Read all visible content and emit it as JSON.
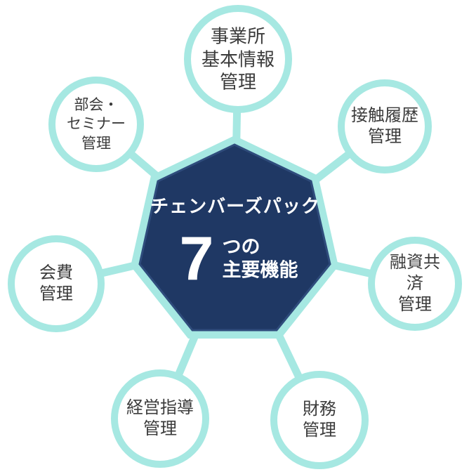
{
  "colors": {
    "teal": "#A6E8E2",
    "navy": "#1F3864",
    "navy_edge": "#2F4C7C",
    "label_text": "#3B3B3B",
    "center_text": "#FFFFFF",
    "background": "#FFFFFF"
  },
  "center": {
    "title": "チェンバーズパック",
    "number": "7",
    "subtitle": "つの\n主要機能"
  },
  "nodes": [
    {
      "id": "office-basic-info",
      "label": "事業所\n基本情報\n管理"
    },
    {
      "id": "contact-history",
      "label": "接触履歴\n管理"
    },
    {
      "id": "loan-mutual-aid",
      "label": "融資共済\n管理"
    },
    {
      "id": "financial",
      "label": "財務\n管理"
    },
    {
      "id": "management-guidance",
      "label": "経営指導\n管理"
    },
    {
      "id": "membership-fee",
      "label": "会費\n管理"
    },
    {
      "id": "subcommittee-seminar",
      "label": "部会・\nセミナー\n管理"
    }
  ]
}
